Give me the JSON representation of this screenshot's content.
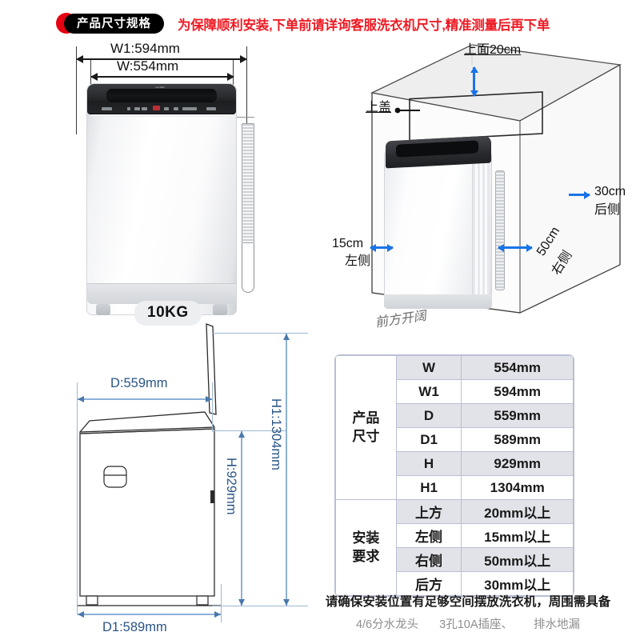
{
  "header": {
    "badge_label": "产品尺寸规格",
    "note": "为保障顺利安装,下单前请详询客服洗衣机尺寸,精准测量后再下单",
    "badge_bg": "#000000",
    "badge_dot_color": "#e60012",
    "note_color": "#ee1b24"
  },
  "front_view": {
    "width_outer_label": "W1:594mm",
    "width_inner_label": "W:554mm",
    "capacity_label": "10KG"
  },
  "clearance_view": {
    "top_label": "上面20cm",
    "lid_label": "上盖",
    "left_value": "15cm",
    "left_side": "左侧",
    "right_value": "50cm",
    "right_side": "右侧",
    "rear_value": "30cm",
    "rear_side": "后侧",
    "front_label": "前方开阔",
    "arrow_color": "#1a73e8"
  },
  "side_view": {
    "depth_label": "D:559mm",
    "depth_base_label": "D1:589mm",
    "height_label": "H:929mm",
    "height_open_label": "H1:1304mm",
    "dim_color": "#2a5585"
  },
  "spec_table": {
    "groups": [
      {
        "name": "产品\n尺寸",
        "name_line1": "产品",
        "name_line2": "尺寸",
        "rows": [
          {
            "key": "W",
            "value": "554mm",
            "shaded": true
          },
          {
            "key": "W1",
            "value": "594mm",
            "shaded": false
          },
          {
            "key": "D",
            "value": "559mm",
            "shaded": true
          },
          {
            "key": "D1",
            "value": "589mm",
            "shaded": false
          },
          {
            "key": "H",
            "value": "929mm",
            "shaded": true
          },
          {
            "key": "H1",
            "value": "1304mm",
            "shaded": false
          }
        ]
      },
      {
        "name_line1": "安装",
        "name_line2": "要求",
        "rows": [
          {
            "key": "上方",
            "value": "20mm以上",
            "shaded": true
          },
          {
            "key": "左侧",
            "value": "15mm以上",
            "shaded": false
          },
          {
            "key": "右侧",
            "value": "50mm以上",
            "shaded": true
          },
          {
            "key": "后方",
            "value": "30mm以上",
            "shaded": false
          }
        ]
      }
    ],
    "border_color": "#b9bed4",
    "shade_color": "#e2e3e8"
  },
  "footer": {
    "line1": "请确保安装位置有足够空间摆放洗衣机，周围需具备",
    "items": [
      "4/6分水龙头",
      "3孔10A插座、",
      "排水地漏"
    ]
  }
}
